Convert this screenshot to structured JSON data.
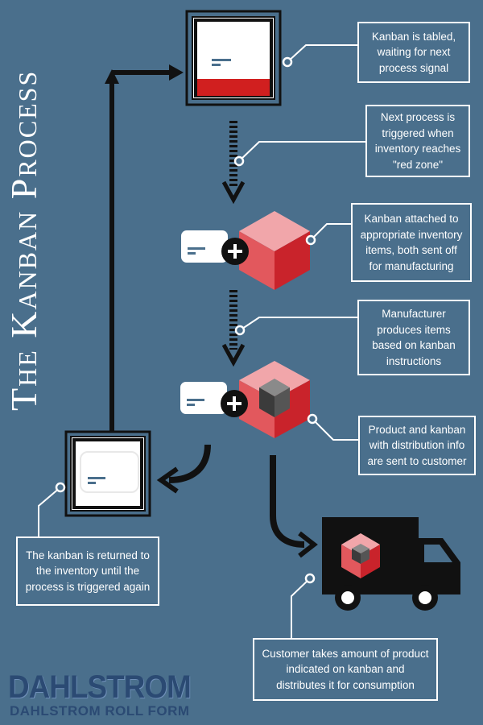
{
  "title": "The Kanban Process",
  "callouts": {
    "tabled": "Kanban is tabled, waiting for next process signal",
    "triggered": "Next process is triggered when inventory reaches \"red zone\"",
    "attached": "Kanban attached to appropriate inventory items, both sent off for manufacturing",
    "manufacturer": "Manufacturer produces items based on kanban instructions",
    "product": "Product and kanban with distribution info are sent to customer",
    "returned": "The kanban is returned to the inventory until the process is triggered again",
    "customer": "Customer takes amount of product indicated on kanban and distributes it for consumption"
  },
  "logo": {
    "main": "DAHLSTROM",
    "sub": "DAHLSTROM ROLL FORM"
  },
  "colors": {
    "background": "#4a6f8c",
    "red_zone": "#d11f1f",
    "cube_top": "#f1a6aa",
    "cube_left": "#e2585d",
    "cube_right": "#c9232b",
    "black": "#111111"
  }
}
